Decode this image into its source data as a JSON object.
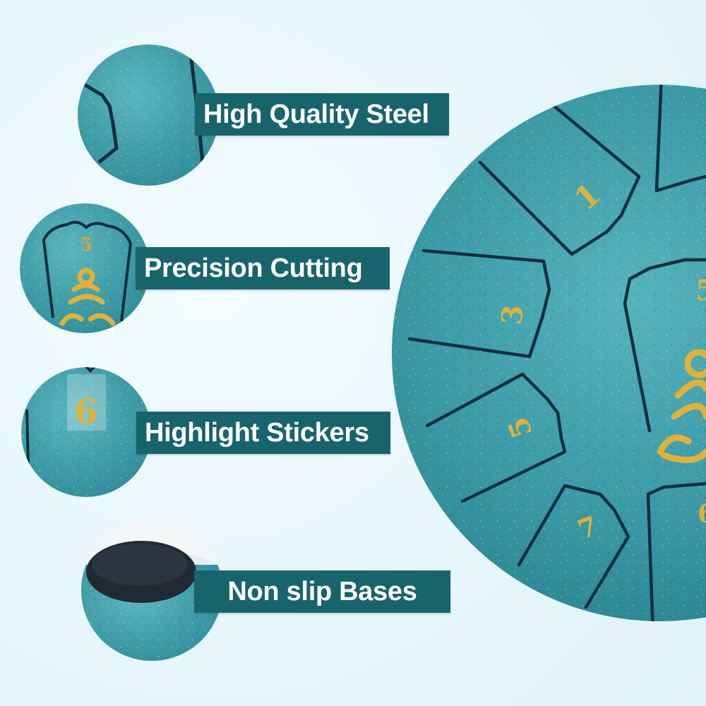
{
  "colors": {
    "drum_teal": "#3a9aa6",
    "drum_teal_dark": "#2a8490",
    "label_bg": "#17646d",
    "label_text": "#ffffff",
    "engraving": "#0f2f3f",
    "gold": "#e0b23a",
    "base_pad": "#1f2a33"
  },
  "features": [
    {
      "label": "High Quality Steel"
    },
    {
      "label": "Precision Cutting"
    },
    {
      "label": "Highlight Stickers"
    },
    {
      "label": "Non slip Bases"
    }
  ],
  "tongue_numbers": [
    "1",
    "3",
    "5",
    "7",
    "5",
    "6",
    "5"
  ],
  "icons": [
    "lotus-meditation-icon"
  ]
}
